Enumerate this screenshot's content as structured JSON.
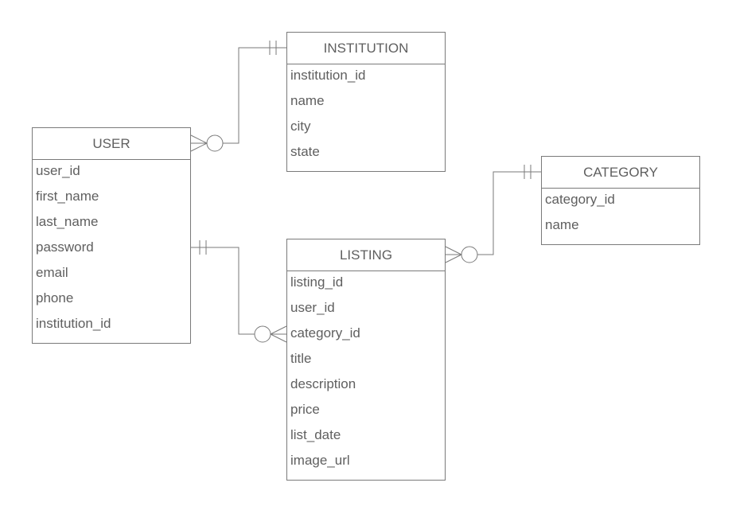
{
  "entities": {
    "institution": {
      "title": "INSTITUTION",
      "fields": [
        "institution_id",
        "name",
        "city",
        "state"
      ]
    },
    "user": {
      "title": "USER",
      "fields": [
        "user_id",
        "first_name",
        "last_name",
        "password",
        "email",
        "phone",
        "institution_id"
      ]
    },
    "category": {
      "title": "CATEGORY",
      "fields": [
        "category_id",
        "name"
      ]
    },
    "listing": {
      "title": "LISTING",
      "fields": [
        "listing_id",
        "user_id",
        "category_id",
        "title",
        "description",
        "price",
        "list_date",
        "image_url"
      ]
    }
  },
  "colors": {
    "line": "#7a7a7a",
    "text": "#5f5f5f",
    "background": "#ffffff"
  }
}
